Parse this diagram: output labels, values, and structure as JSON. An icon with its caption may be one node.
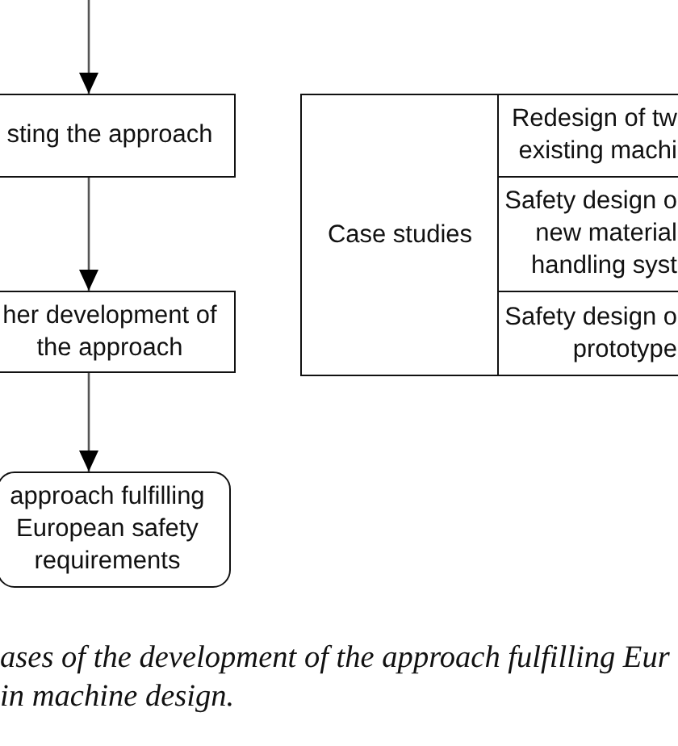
{
  "diagram": {
    "caption": "ases of the development of the approach fulfilling Eur in machine design.",
    "nodes": [
      {
        "text": [
          "sting the approach"
        ]
      },
      {
        "text": [
          "her development of the approach"
        ]
      },
      {
        "text": [
          "approach fulfilling European safety requirements"
        ]
      },
      {
        "text": [
          "Case studies"
        ]
      },
      {
        "text": [
          "Redesign of tw existing machi"
        ]
      },
      {
        "text": [
          "Safety design o new material handling syst"
        ]
      },
      {
        "text": [
          "Safety design o prototype"
        ]
      }
    ],
    "edges": [
      {
        "from": null,
        "to": 0,
        "arrow": "to"
      },
      {
        "from": 0,
        "to": 1,
        "arrow": "to"
      },
      {
        "from": 1,
        "to": 2,
        "arrow": "to"
      }
    ]
  }
}
